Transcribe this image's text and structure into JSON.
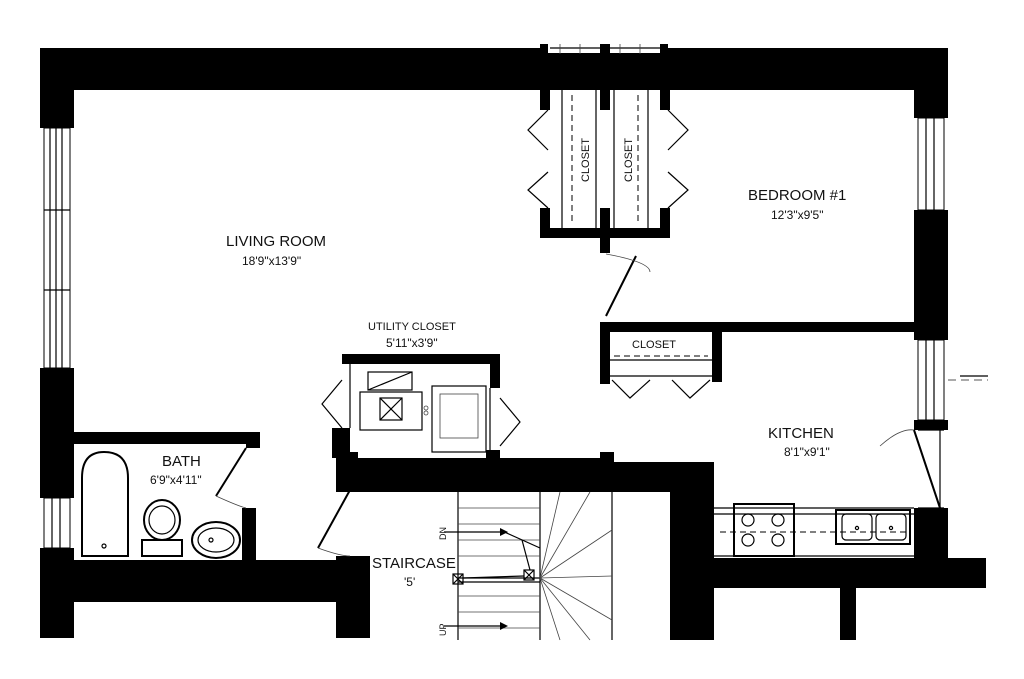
{
  "rooms": {
    "living": {
      "name": "LIVING ROOM",
      "dims": "18'9\"x13'9\""
    },
    "bedroom": {
      "name": "BEDROOM #1",
      "dims": "12'3\"x9'5\""
    },
    "utility": {
      "name": "UTILITY CLOSET",
      "dims": "5'11\"x3'9\""
    },
    "bath": {
      "name": "BATH",
      "dims": "6'9\"x4'11\""
    },
    "kitchen": {
      "name": "KITCHEN",
      "dims": "8'1\"x9'1\""
    },
    "stair": {
      "name": "STAIRCASE",
      "dims": "'5'"
    }
  },
  "closets": {
    "left": "CLOSET",
    "right": "CLOSET",
    "bedroom": "CLOSET"
  },
  "stairs": {
    "down": "DN",
    "up": "UP"
  }
}
